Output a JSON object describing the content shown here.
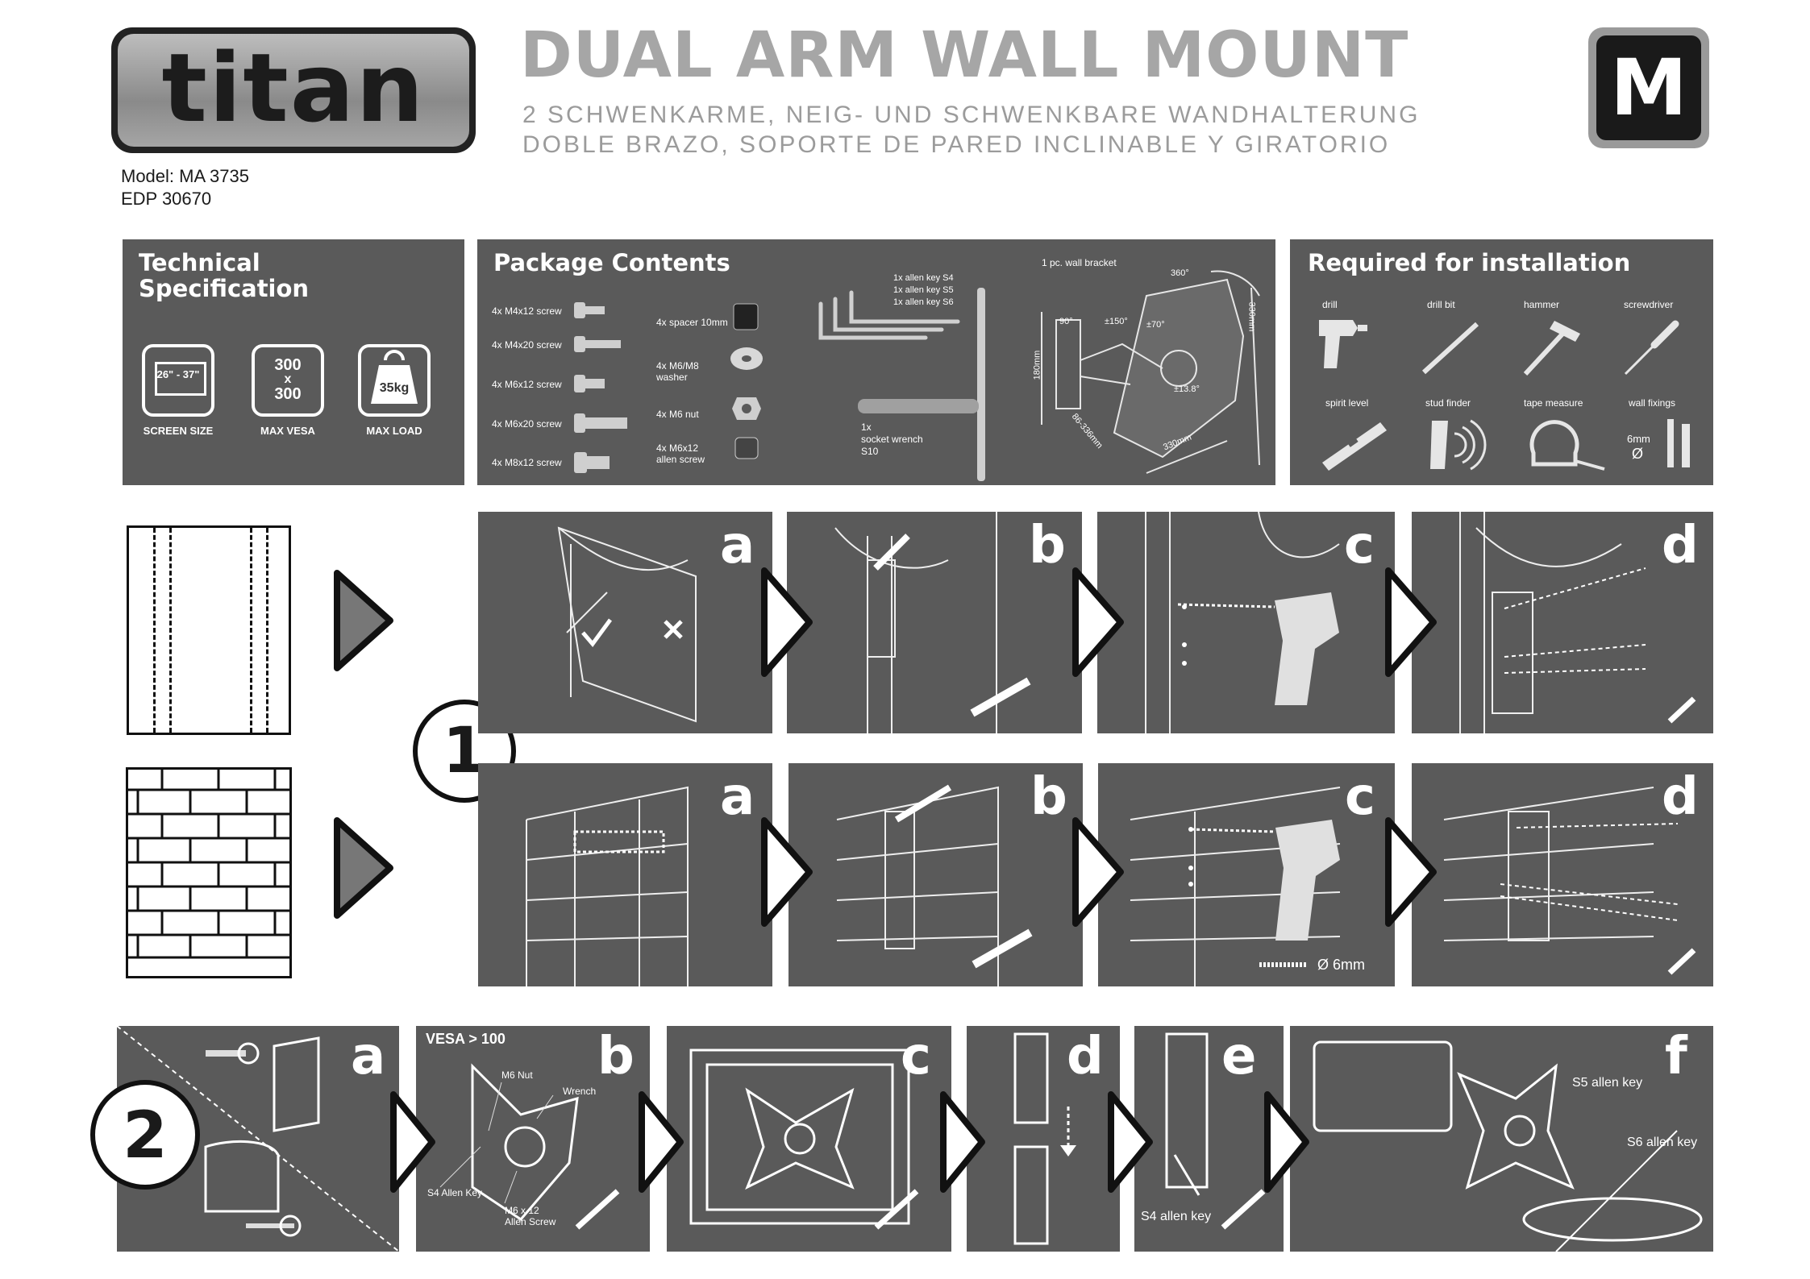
{
  "brand": {
    "logo_text": "titan",
    "size_badge": "M"
  },
  "header": {
    "title": "DUAL ARM WALL MOUNT",
    "subtitle_de": "2 SCHWENKARME, NEIG- UND SCHWENKBARE WANDHALTERUNG",
    "subtitle_es": "DOBLE BRAZO, SOPORTE DE PARED INCLINABLE Y GIRATORIO",
    "model": "Model: MA 3735",
    "edp": "EDP 30670"
  },
  "tech_spec": {
    "title_line1": "Technical",
    "title_line2": "Specification",
    "items": [
      {
        "value": "26\" - 37\"",
        "label": "SCREEN SIZE",
        "icon": "screen-icon"
      },
      {
        "value_top": "300",
        "value_mid": "x",
        "value_bot": "300",
        "label": "MAX VESA",
        "icon": "vesa-icon"
      },
      {
        "value": "35kg",
        "label": "MAX LOAD",
        "icon": "weight-icon"
      }
    ]
  },
  "package": {
    "title": "Package Contents",
    "screws": [
      "4x M4x12 screw",
      "4x M4x20 screw",
      "4x M6x12 screw",
      "4x M6x20 screw",
      "4x M8x12 screw"
    ],
    "spacers": [
      "4x spacer 10mm",
      "4x M6/M8 washer",
      "4x M6 nut",
      "4x M6x12 allen screw"
    ],
    "keys": [
      "1x allen key S4",
      "1x allen key S5",
      "1x allen key S6"
    ],
    "socket": [
      "1x",
      "socket  wrench",
      "S10"
    ],
    "bracket_label": "1 pc. wall bracket",
    "dims": {
      "rot": "360°",
      "tilt_up": "90°",
      "swivel": "±150°",
      "swivel2": "±70°",
      "tilt": "±13.8°",
      "h": "180mm",
      "w": "330mm",
      "diag": "330mm",
      "depth": "86-336mm"
    }
  },
  "required": {
    "title": "Required for installation",
    "tools": [
      "drill",
      "drill bit",
      "hammer",
      "screwdriver",
      "spirit level",
      "stud finder",
      "tape measure",
      "wall fixings"
    ],
    "fixing_label": "6mm",
    "fixing_symbol": "Ø"
  },
  "step1": {
    "number": "1",
    "letters": [
      "a",
      "b",
      "c",
      "d"
    ],
    "anchor_label": "Ø 6mm"
  },
  "step2": {
    "number": "2",
    "letters": [
      "a",
      "b",
      "c",
      "d",
      "e",
      "f"
    ],
    "vesa_label": "VESA > 100",
    "b_labels": {
      "nut": "M6 Nut",
      "wrench": "Wrench",
      "allen": "S4 Allen Key",
      "screw1": "M6 x 12",
      "screw2": "Allen Screw"
    },
    "e_label": "S4 allen key",
    "f_labels": {
      "s5": "S5 allen key",
      "s6": "S6 allen key"
    }
  }
}
